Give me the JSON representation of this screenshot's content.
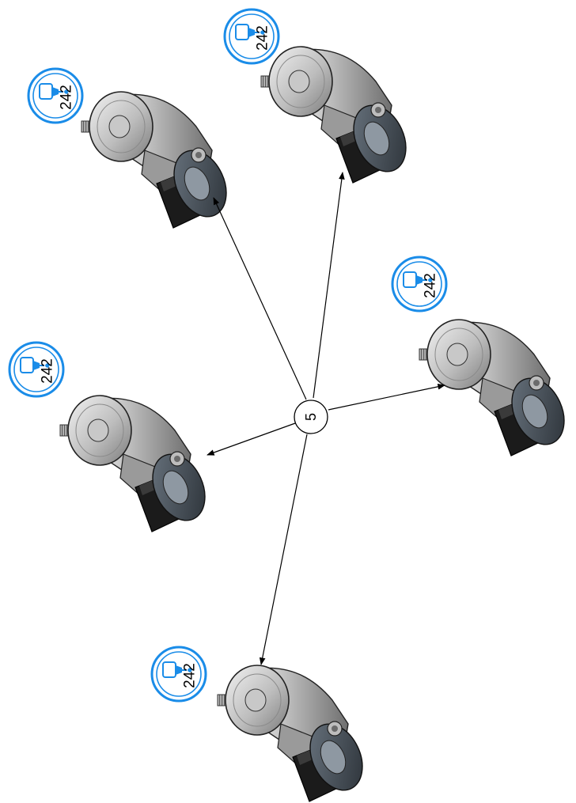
{
  "callout": {
    "number": "5"
  },
  "threadlocker": {
    "label": "242",
    "icon": "threadlocker-bottle-icon",
    "color": "#1a8ce8"
  },
  "casters": [
    {
      "name": "caster-top-left"
    },
    {
      "name": "caster-top-right"
    },
    {
      "name": "caster-right"
    },
    {
      "name": "caster-left"
    },
    {
      "name": "caster-bottom"
    }
  ]
}
